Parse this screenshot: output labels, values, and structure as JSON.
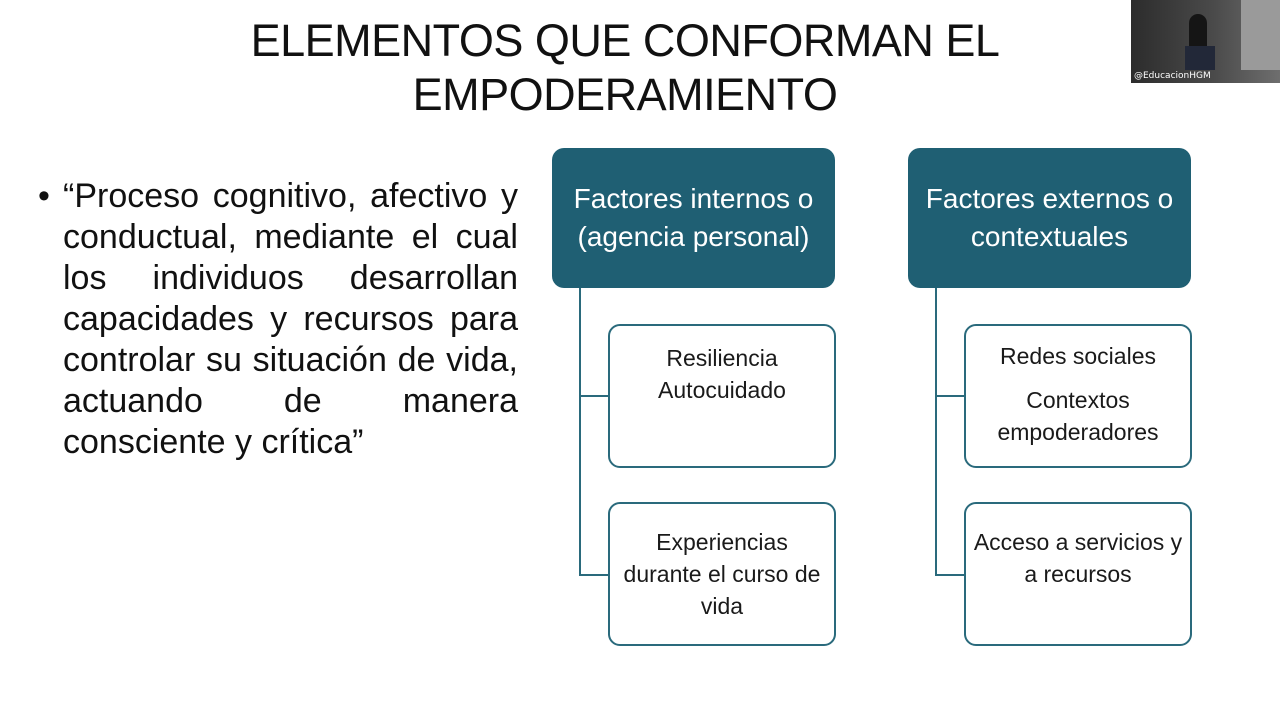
{
  "slide": {
    "title_line1": "ELEMENTOS QUE CONFORMAN EL",
    "title_line2": "EMPODERAMIENTO",
    "bullet_char": "•",
    "quote": "“Proceso cognitivo, afectivo y conductual, mediante el cual los individuos desarrollan capacidades y recursos para controlar su situación de vida, actuando de manera consciente y crítica”"
  },
  "diagram": {
    "internal": {
      "header": "Factores internos o (agencia personal)",
      "children": [
        {
          "lines": [
            "Resiliencia",
            "Autocuidado"
          ]
        },
        {
          "lines": [
            "Experiencias durante el curso de vida"
          ]
        }
      ]
    },
    "external": {
      "header": "Factores externos o contextuales",
      "children": [
        {
          "line1": "Redes sociales",
          "line2": "Contextos empoderadores"
        },
        {
          "lines": [
            "Acceso a servicios y a recursos"
          ]
        }
      ]
    },
    "colors": {
      "header_fill": "#1f5f73",
      "border": "#2a6a7c"
    }
  },
  "video": {
    "watermark": "@EducacionHGM"
  }
}
